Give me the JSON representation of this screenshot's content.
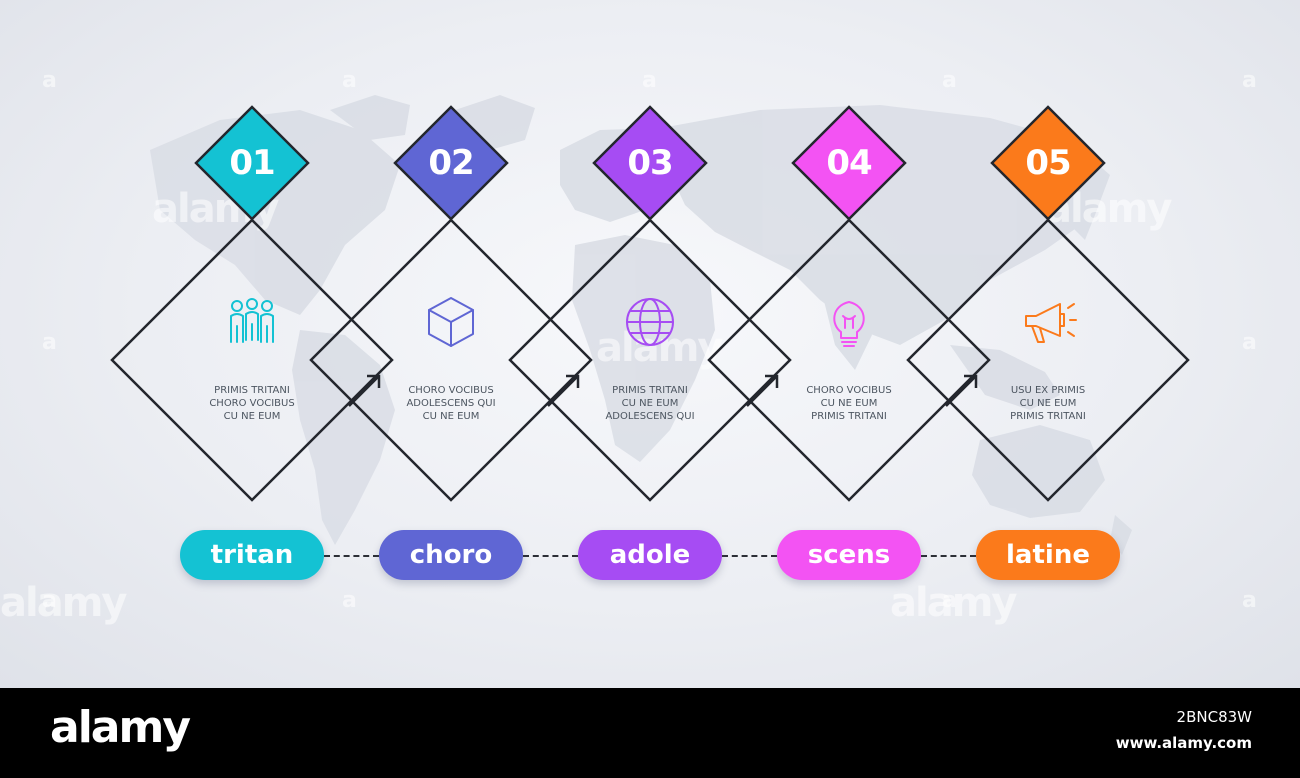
{
  "steps": [
    {
      "number": "01",
      "label": "tritan",
      "color": "#14c2d3",
      "icon": "people-icon",
      "lines": [
        "PRIMIS TRITANI",
        "CHORO VOCIBUS",
        "CU NE EUM"
      ]
    },
    {
      "number": "02",
      "label": "choro",
      "color": "#5f66d4",
      "icon": "cube-icon",
      "lines": [
        "CHORO VOCIBUS",
        "ADOLESCENS QUI",
        "CU NE EUM"
      ]
    },
    {
      "number": "03",
      "label": "adole",
      "color": "#a64cf3",
      "icon": "globe-icon",
      "lines": [
        "PRIMIS TRITANI",
        "CU NE EUM",
        "ADOLESCENS QUI"
      ]
    },
    {
      "number": "04",
      "label": "scens",
      "color": "#f353f3",
      "icon": "lightbulb-icon",
      "lines": [
        "CHORO VOCIBUS",
        "CU NE EUM",
        "PRIMIS TRITANI"
      ]
    },
    {
      "number": "05",
      "label": "latine",
      "color": "#fb7a1b",
      "icon": "megaphone-icon",
      "lines": [
        "USU EX PRIMIS",
        "CU NE EUM",
        "PRIMIS TRITANI"
      ]
    }
  ],
  "watermark": {
    "text": "alamy",
    "small_mark": "a"
  },
  "footer": {
    "logo": "alamy",
    "image_id": "2BNC83W",
    "url": "www.alamy.com"
  }
}
